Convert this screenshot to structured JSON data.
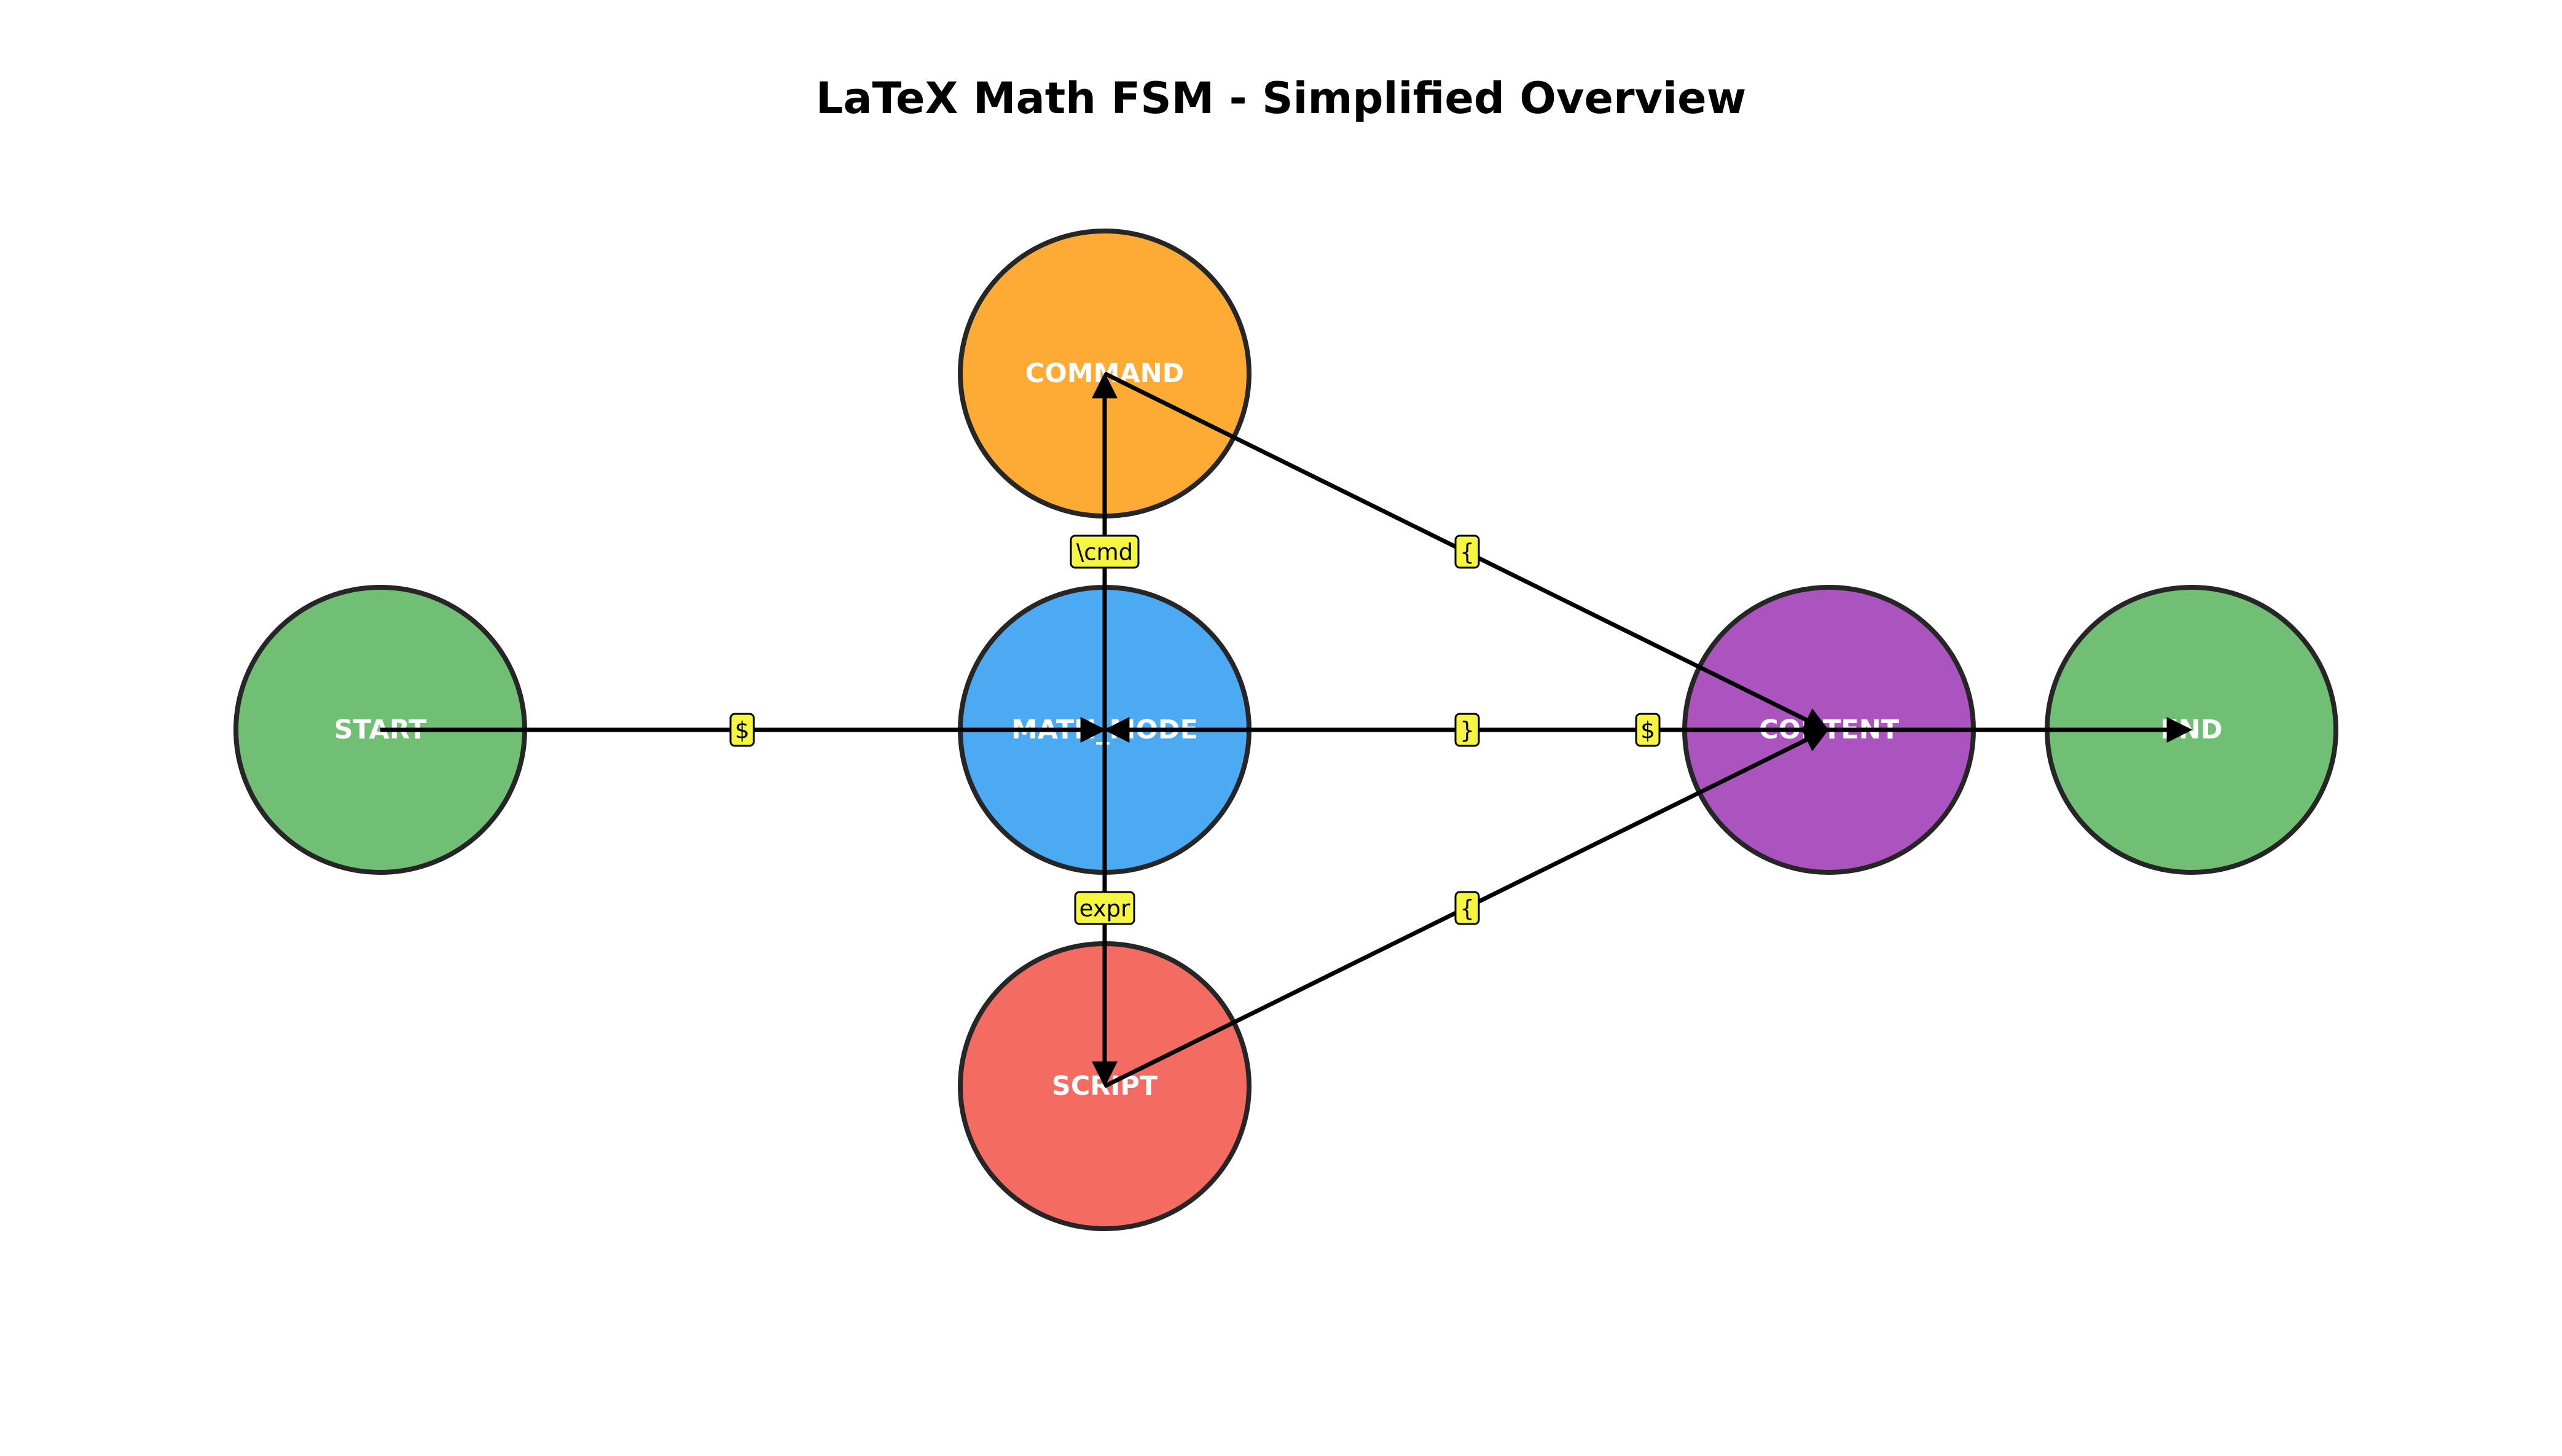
{
  "title": "LaTeX Math FSM - Simplified Overview",
  "colors": {
    "start": "#71bf74",
    "math_mode": "#4caaf3",
    "command": "#fdab35",
    "script": "#f46b62",
    "content": "#ab54c0",
    "end": "#71bf74",
    "edge_label_bg": "#f5f542",
    "edge": "#000000",
    "node_border": "#262626"
  },
  "nodes": [
    {
      "id": "start",
      "label": "START"
    },
    {
      "id": "math_mode",
      "label": "MATH_MODE"
    },
    {
      "id": "command",
      "label": "COMMAND"
    },
    {
      "id": "script",
      "label": "SCRIPT"
    },
    {
      "id": "content",
      "label": "CONTENT"
    },
    {
      "id": "end",
      "label": "END"
    }
  ],
  "edges": [
    {
      "from": "start",
      "to": "math_mode",
      "label": "$"
    },
    {
      "from": "math_mode",
      "to": "command",
      "label": "\\cmd"
    },
    {
      "from": "math_mode",
      "to": "script",
      "label": "expr"
    },
    {
      "from": "command",
      "to": "content",
      "label": "{"
    },
    {
      "from": "script",
      "to": "content",
      "label": "{"
    },
    {
      "from": "content",
      "to": "math_mode",
      "label": "}"
    },
    {
      "from": "math_mode",
      "to": "content",
      "label": "$"
    },
    {
      "from": "content",
      "to": "end",
      "label": ""
    }
  ]
}
